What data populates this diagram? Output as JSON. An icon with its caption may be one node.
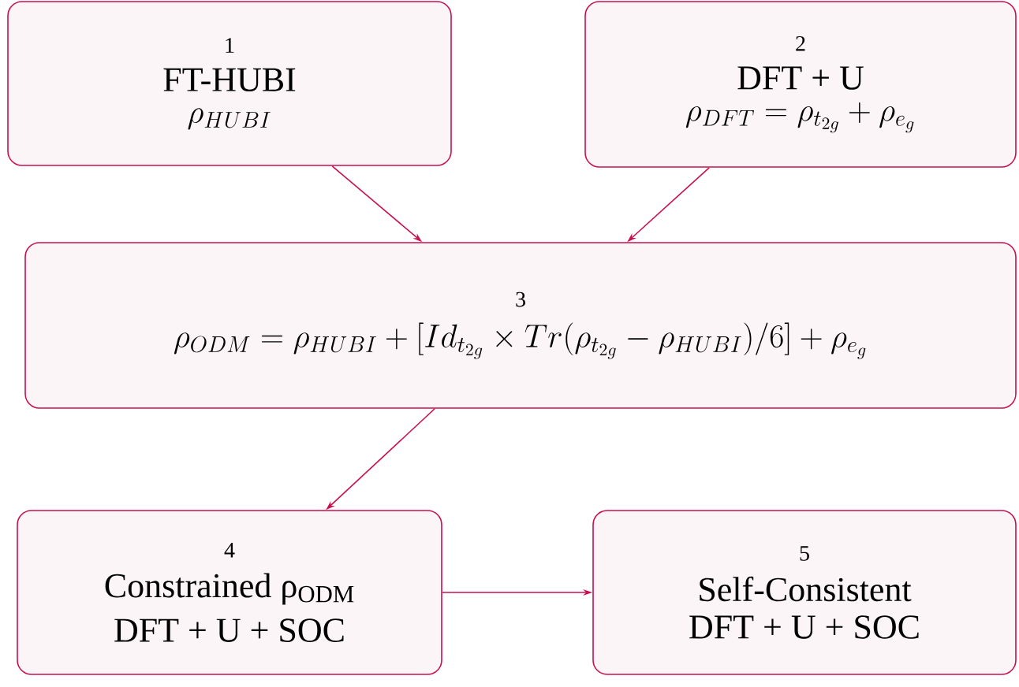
{
  "diagram": {
    "nodes": [
      {
        "text": [
          "1",
          "FT-HUBI",
          "\\rho_{HUBI}"
        ]
      },
      {
        "text": [
          "2",
          "DFT + U",
          "\\rho_{DFT} = \\rho_{t_{2g}} + \\rho_{e_g}"
        ]
      },
      {
        "text": [
          "3",
          "\\rho_{ODM} = \\rho_{HUBI} + [Id_{t_{2g}} \\times Tr(\\rho_{t_{2g}} - \\rho_{HUBI})/6] + \\rho_{e_g}"
        ]
      },
      {
        "text": [
          "4",
          "Constrained ρ$_{ODM}$",
          "DFT + U + SOC"
        ]
      },
      {
        "text": [
          "5",
          "Self-Consistent",
          "DFT + U + SOC"
        ]
      }
    ],
    "edges": [
      {
        "from": 0,
        "to": 2,
        "arrow": "to"
      },
      {
        "from": 1,
        "to": 2,
        "arrow": "to"
      },
      {
        "from": 2,
        "to": 3,
        "arrow": "to"
      },
      {
        "from": 3,
        "to": 4,
        "arrow": "to"
      }
    ]
  }
}
